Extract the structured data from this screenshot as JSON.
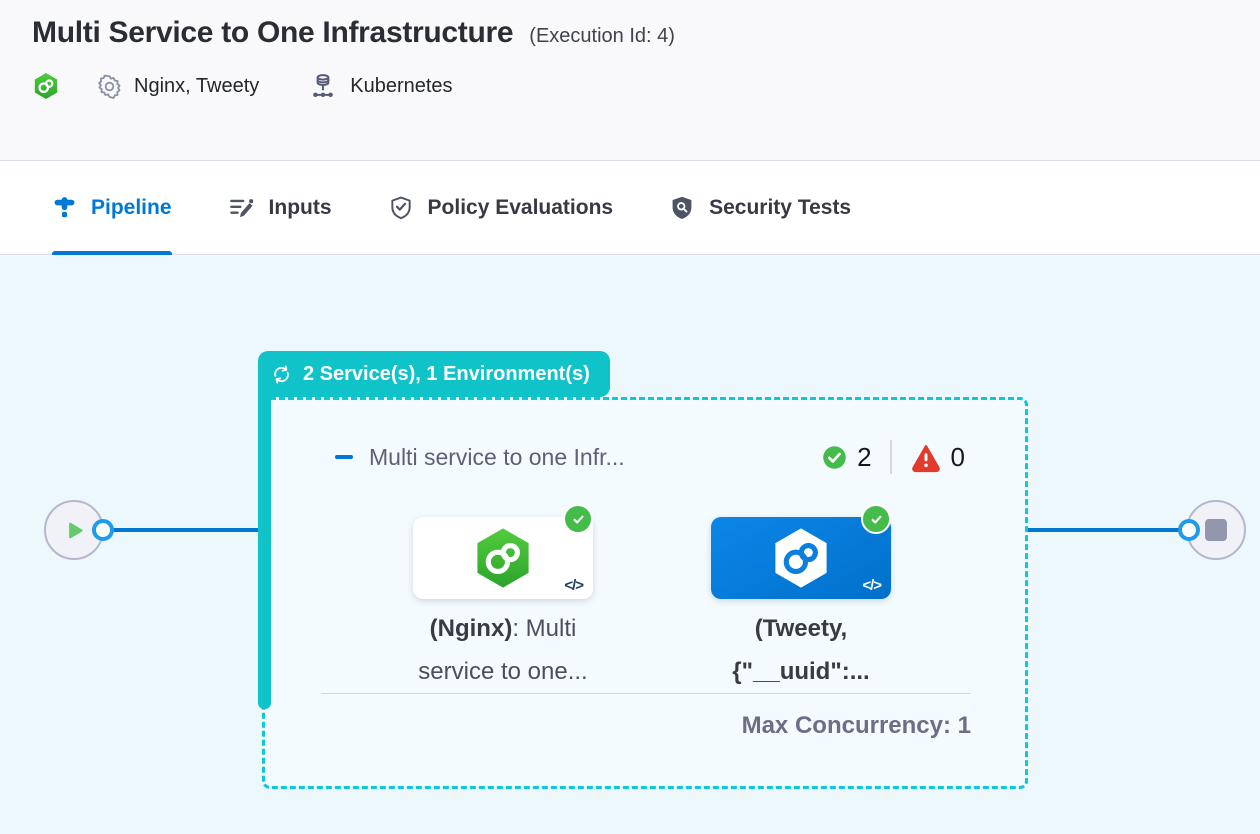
{
  "header": {
    "title": "Multi Service to One Infrastructure",
    "execution_id": "(Execution Id: 4)",
    "services": "Nginx, Tweety",
    "environment": "Kubernetes"
  },
  "tabs": {
    "pipeline": "Pipeline",
    "inputs": "Inputs",
    "policy_evaluations": "Policy Evaluations",
    "security_tests": "Security Tests"
  },
  "stage": {
    "badge_label": "2 Service(s), 1 Environment(s)",
    "title": "Multi service to one Infr...",
    "success_count": "2",
    "error_count": "0",
    "max_concurrency": "Max Concurrency: 1",
    "services": [
      {
        "label_bold": "(Nginx)",
        "label_rest": ": Multi",
        "label_line2": "service to one...",
        "code_glyph": "</>"
      },
      {
        "label_bold": "(Tweety,",
        "label_rest": "",
        "label_line2": "{\"__uuid\":...",
        "code_glyph": "</>"
      }
    ]
  },
  "icons": {
    "service_logo": "harness-service-icon",
    "settings": "gear-icon",
    "infrastructure": "kubernetes-icon",
    "tab_pipeline": "pipeline-icon",
    "tab_inputs": "inputs-edit-icon",
    "tab_policy": "shield-check-icon",
    "tab_security": "shield-search-icon",
    "badge": "loop-icon",
    "success": "check-circle-icon",
    "error": "warning-triangle-icon",
    "start": "play-icon",
    "end": "stop-icon"
  },
  "colors": {
    "accent_blue": "#0278d5",
    "teal": "#10c3c8",
    "success_green": "#45bb49",
    "error_red": "#e23b2e",
    "canvas_bg": "#ecf8fc"
  }
}
